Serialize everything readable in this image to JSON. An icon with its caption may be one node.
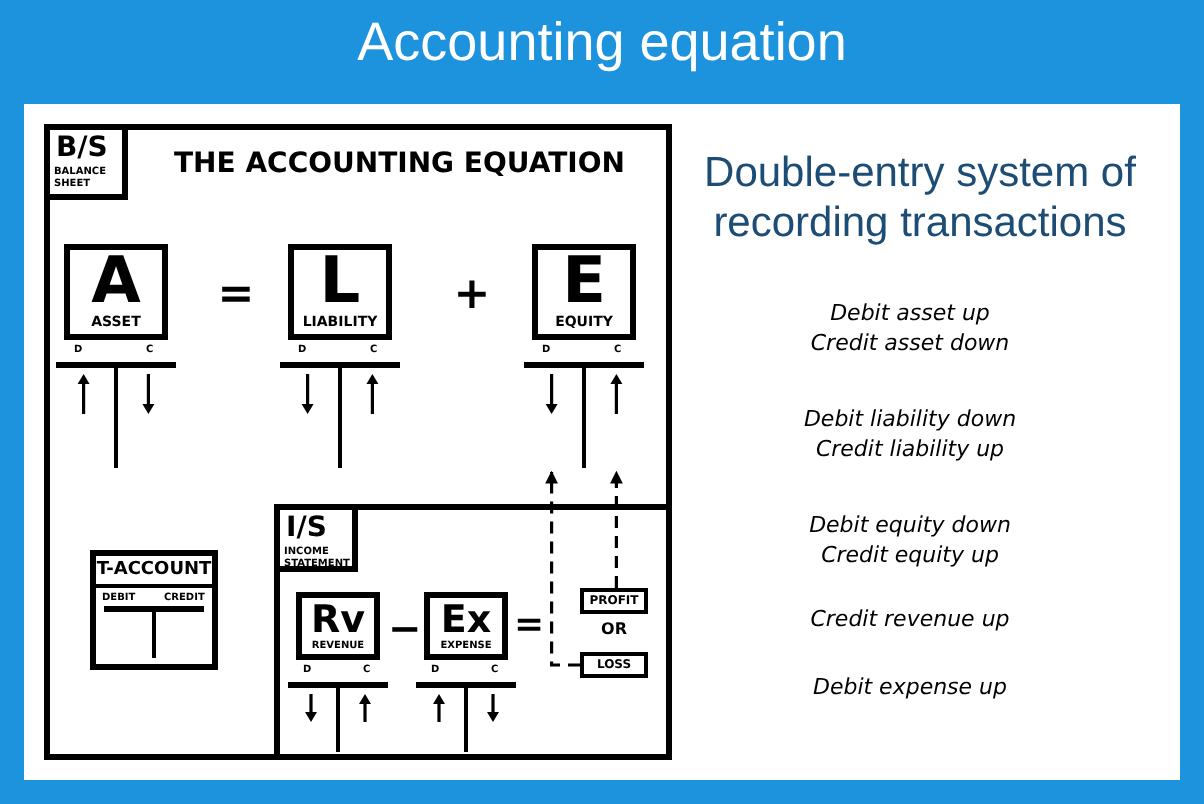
{
  "diagram": {
    "title": "Accounting equation",
    "nodes": [
      {
        "text": [
          "THE ACCOUNTING EQUATION"
        ]
      },
      {
        "text": [
          "B/S",
          "BALANCE SHEET"
        ],
        "in": 0
      },
      {
        "text": [
          "A",
          "ASSET",
          "D",
          "C"
        ],
        "in": 0
      },
      {
        "text": [
          "L",
          "LIABILITY",
          "D",
          "C"
        ],
        "in": 0
      },
      {
        "text": [
          "E",
          "EQUITY",
          "D",
          "C"
        ],
        "in": 0
      },
      {
        "text": [
          "T-ACCOUNT",
          "DEBIT",
          "CREDIT"
        ],
        "in": 0
      },
      {
        "text": [],
        "shape": "box",
        "in": 0
      },
      {
        "text": [
          "I/S",
          "INCOME STATEMENT"
        ],
        "in": 6
      },
      {
        "text": [
          "Rv",
          "REVENUE",
          "D",
          "C"
        ],
        "in": 6
      },
      {
        "text": [
          "Ex",
          "EXPENSE",
          "D",
          "C"
        ],
        "in": 6
      },
      {
        "text": [
          "PROFIT"
        ],
        "in": 6
      },
      {
        "text": [
          "LOSS"
        ],
        "in": 6
      }
    ],
    "edges": [
      {
        "from": 10,
        "to": 4,
        "arrow": "to",
        "style": "dashed"
      },
      {
        "from": 11,
        "to": 4,
        "arrow": "to",
        "style": "dashed"
      }
    ],
    "labels": [
      "=",
      "+",
      "−",
      "=",
      "OR",
      "Double-entry system of recording transactions",
      "Debit asset up",
      "Credit asset down",
      "Debit liability down",
      "Credit liability up",
      "Debit equity down",
      "Credit equity up",
      "Credit revenue up",
      "Debit expense up"
    ]
  }
}
